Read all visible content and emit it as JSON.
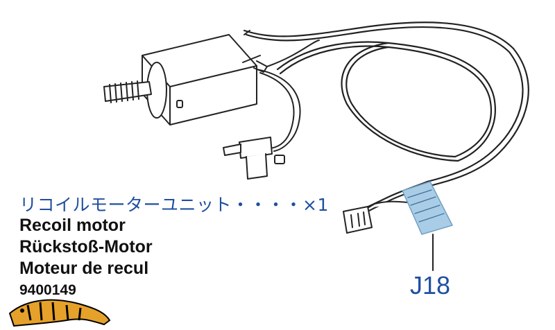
{
  "part": {
    "japanese_name": "リコイルモーターユニット・・・・×1",
    "english_name": "Recoil motor",
    "german_name": "Rückstoß-Motor",
    "french_name": "Moteur de recul",
    "part_number": "9400149"
  },
  "tag": {
    "code": "J18"
  },
  "icons": [
    "recoil-motor-illustration",
    "tiger-logo-icon"
  ],
  "colors": {
    "accent_blue": "#1f4fa0",
    "tag_blue": "#a9cde6",
    "line": "#222222"
  }
}
